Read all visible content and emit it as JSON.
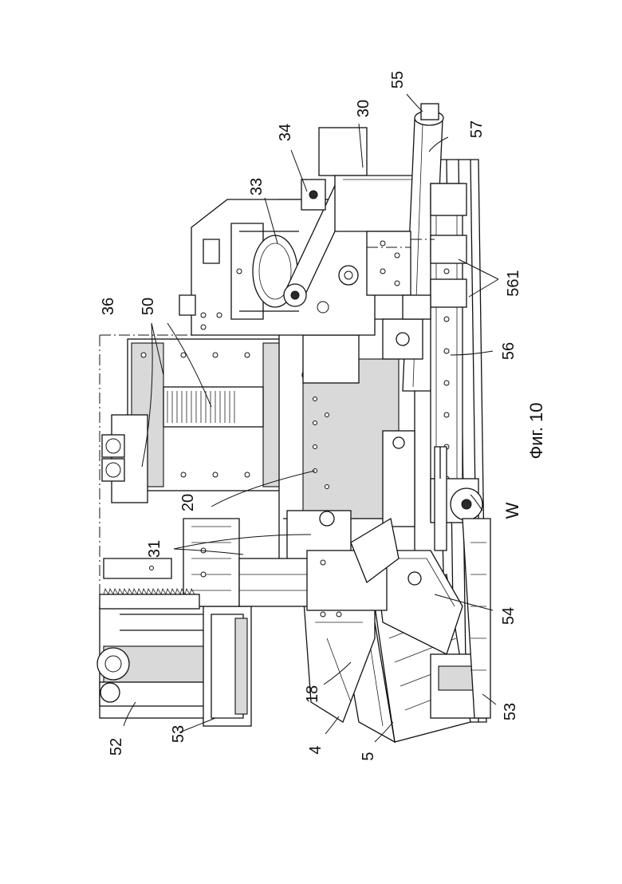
{
  "figure": {
    "caption": "Фиг. 10",
    "labels": {
      "l55": "55",
      "l30": "30",
      "l34": "34",
      "l57": "57",
      "l33": "33",
      "l36": "36",
      "l50": "50",
      "l561": "561",
      "l56": "56",
      "l20": "20",
      "lW": "W",
      "l31": "31",
      "l54": "54",
      "l18": "18",
      "l53a": "53",
      "l53b": "53",
      "l52": "52",
      "l4": "4",
      "l5": "5"
    }
  }
}
